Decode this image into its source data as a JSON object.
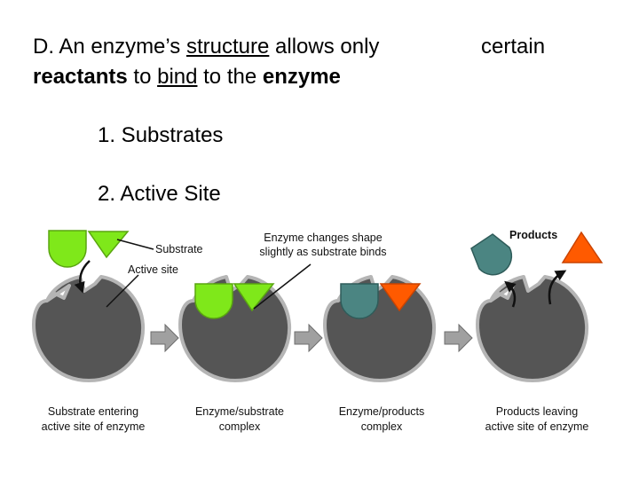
{
  "slide": {
    "heading": {
      "p1": "D. An enzyme’s ",
      "p2": "structure",
      "p3": " allows only",
      "p5": "reactants",
      "p6": " to ",
      "p7": "bind",
      "p8": " to the ",
      "p9": "enzyme"
    },
    "heading_right": "certain",
    "points": [
      "1. Substrates",
      "2. Active Site"
    ]
  },
  "diagram": {
    "labels": {
      "substrate": "Substrate",
      "active_site": "Active site",
      "shape_change_1": "Enzyme changes shape",
      "shape_change_2": "slightly as substrate binds",
      "products": "Products"
    },
    "captions": [
      [
        "Substrate entering",
        "active site of enzyme"
      ],
      [
        "Enzyme/substrate",
        "complex"
      ],
      [
        "Enzyme/products",
        "complex"
      ],
      [
        "Products leaving",
        "active site of enzyme"
      ]
    ],
    "colors": {
      "enzyme": "#555555",
      "enzyme_outline": "#b5b5b5",
      "substrate": "#7fe81a",
      "product_round": "#4b8582",
      "product_triangle": "#ff5a00",
      "arrow": "#a0a0a0"
    }
  }
}
